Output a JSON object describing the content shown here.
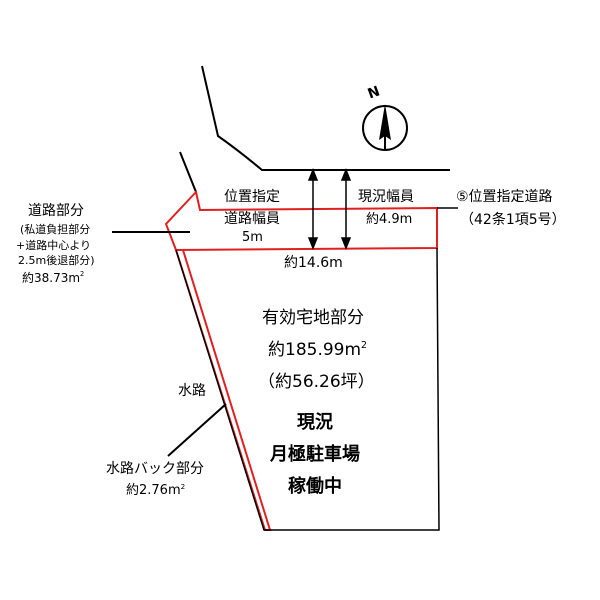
{
  "north_label": "N",
  "road_width_labels": {
    "designated": "位置指定",
    "road_width": "道路幅員",
    "road_width_value": "5m",
    "current_width": "現況幅員",
    "current_width_value": "約4.9m"
  },
  "road_designation": {
    "title": "⑤位置指定道路",
    "article": "（42条1項5号）"
  },
  "road_portion": {
    "title": "道路部分",
    "detail_1": "(私道負担部分",
    "detail_2": "+道路中心より",
    "detail_3": "2.5m後退部分)",
    "area_prefix": "約38.73m",
    "area_unit_sup": "2"
  },
  "frontage": "約14.6m",
  "effective_lot": {
    "title": "有効宅地部分",
    "area_prefix": "約185.99m",
    "area_unit_sup": "2",
    "tsubo": "（約56.26坪）"
  },
  "current_use": {
    "line1": "現況",
    "line2": "月極駐車場",
    "line3": "稼働中"
  },
  "waterway": "水路",
  "waterway_setback": {
    "title": "水路バック部分",
    "area_prefix": "約2.76m",
    "area_unit_sup": "2"
  },
  "colors": {
    "boundary_red": "#e02020",
    "line_black": "#000000"
  }
}
